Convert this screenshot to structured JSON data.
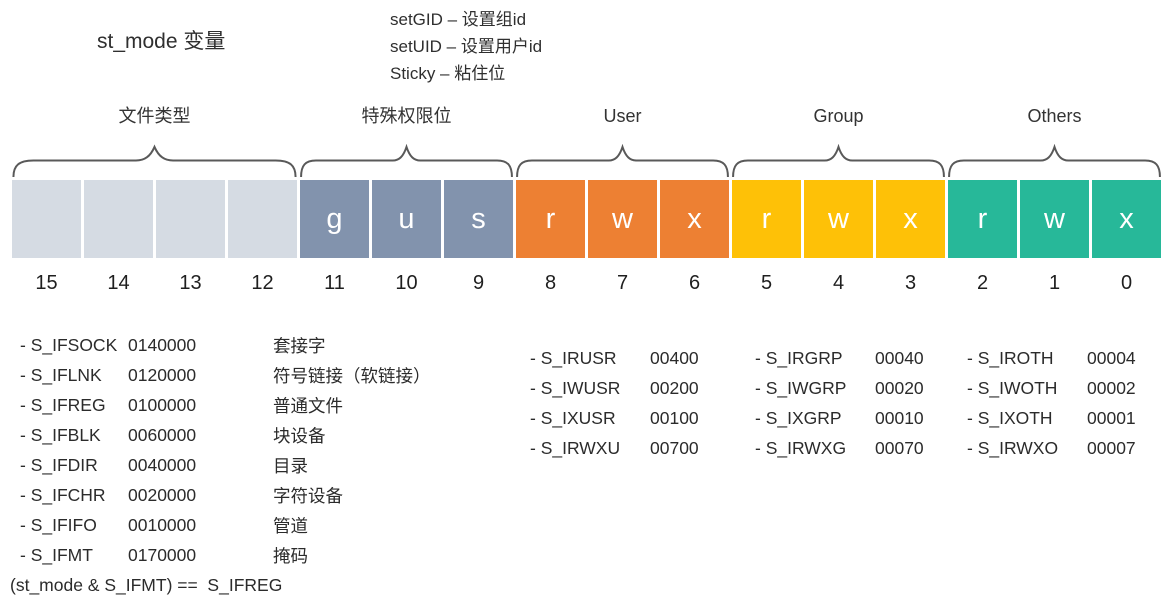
{
  "title": "st_mode 变量",
  "legend": [
    "setGID – 设置组id",
    "setUID – 设置用户id",
    "Sticky – 粘住位"
  ],
  "colors": {
    "filetype": "#d5dbe3",
    "special": "#8293ad",
    "user": "#ed8033",
    "group": "#fec107",
    "others": "#27b899",
    "brace": "#595959"
  },
  "bitfield": {
    "groups": [
      {
        "id": "filetype",
        "label": "文件类型",
        "cells": [
          {
            "letter": "",
            "bit": "15"
          },
          {
            "letter": "",
            "bit": "14"
          },
          {
            "letter": "",
            "bit": "13"
          },
          {
            "letter": "",
            "bit": "12"
          }
        ]
      },
      {
        "id": "special",
        "label": "特殊权限位",
        "cells": [
          {
            "letter": "g",
            "bit": "11"
          },
          {
            "letter": "u",
            "bit": "10"
          },
          {
            "letter": "s",
            "bit": "9"
          }
        ]
      },
      {
        "id": "user",
        "label": "User",
        "cells": [
          {
            "letter": "r",
            "bit": "8"
          },
          {
            "letter": "w",
            "bit": "7"
          },
          {
            "letter": "x",
            "bit": "6"
          }
        ]
      },
      {
        "id": "group",
        "label": "Group",
        "cells": [
          {
            "letter": "r",
            "bit": "5"
          },
          {
            "letter": "w",
            "bit": "4"
          },
          {
            "letter": "x",
            "bit": "3"
          }
        ]
      },
      {
        "id": "others",
        "label": "Others",
        "cells": [
          {
            "letter": "r",
            "bit": "2"
          },
          {
            "letter": "w",
            "bit": "1"
          },
          {
            "letter": "x",
            "bit": "0"
          }
        ]
      }
    ]
  },
  "filetype_table": {
    "rows": [
      {
        "name": "- S_IFSOCK",
        "value": "0140000",
        "desc": "套接字"
      },
      {
        "name": "- S_IFLNK",
        "value": "0120000",
        "desc": "符号链接（软链接）"
      },
      {
        "name": "- S_IFREG",
        "value": "0100000",
        "desc": "普通文件"
      },
      {
        "name": "- S_IFBLK",
        "value": "0060000",
        "desc": "块设备"
      },
      {
        "name": "- S_IFDIR",
        "value": "0040000",
        "desc": "目录"
      },
      {
        "name": "- S_IFCHR",
        "value": "0020000",
        "desc": "字符设备"
      },
      {
        "name": "- S_IFIFO",
        "value": "0010000",
        "desc": "管道"
      },
      {
        "name": "- S_IFMT",
        "value": "0170000",
        "desc": "掩码"
      }
    ],
    "formula": "(st_mode & S_IFMT) ==  S_IFREG"
  },
  "user_table": {
    "rows": [
      {
        "name": "- S_IRUSR",
        "value": "00400"
      },
      {
        "name": "- S_IWUSR",
        "value": "00200"
      },
      {
        "name": "- S_IXUSR",
        "value": "00100"
      },
      {
        "name": "- S_IRWXU",
        "value": "00700"
      }
    ]
  },
  "group_table": {
    "rows": [
      {
        "name": "- S_IRGRP",
        "value": "00040"
      },
      {
        "name": "- S_IWGRP",
        "value": "00020"
      },
      {
        "name": "- S_IXGRP",
        "value": "00010"
      },
      {
        "name": "- S_IRWXG",
        "value": "00070"
      }
    ]
  },
  "others_table": {
    "rows": [
      {
        "name": "- S_IROTH",
        "value": "00004"
      },
      {
        "name": "- S_IWOTH",
        "value": "00002"
      },
      {
        "name": "- S_IXOTH",
        "value": "00001"
      },
      {
        "name": "- S_IRWXO",
        "value": "00007"
      }
    ]
  }
}
